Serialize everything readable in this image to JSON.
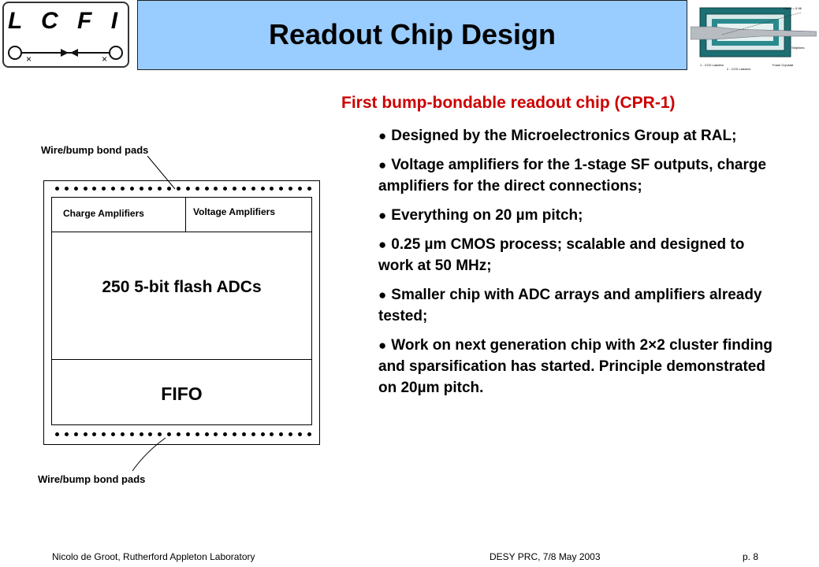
{
  "logo": {
    "text": "L C F I"
  },
  "header": {
    "title": "Readout Chip Design"
  },
  "subtitle": "First bump-bondable readout chip (CPR-1)",
  "bullets": [
    "Designed by the Microelectronics Group at RAL;",
    "Voltage amplifiers for the 1-stage SF outputs, charge amplifiers for the direct connections;",
    "Everything on 20 µm pitch;",
    "0.25 µm CMOS process; scalable and designed to work at 50 MHz;",
    "Smaller chip with ADC arrays and amplifiers already tested;",
    "Work on next generation chip with 2×2 cluster finding and sparsification has started. Principle demonstrated on 20µm pitch."
  ],
  "diagram": {
    "pads_top_label": "Wire/bump bond pads",
    "pads_bottom_label": "Wire/bump bond pads",
    "charge_amplifiers": "Charge Amplifiers",
    "voltage_amplifiers": "Voltage Amplifiers",
    "adc": "250 5-bit flash ADCs",
    "fifo": "FIFO"
  },
  "detector_figure": {
    "angle_label": "Cos θ = 0.96",
    "labels": [
      "Striplines",
      "1 - CCD Ladders",
      "2 - CCD Ladders",
      "Foam Cryostat"
    ]
  },
  "footer": {
    "author": "Nicolo de Groot, Rutherford Appleton Laboratory",
    "event": "DESY PRC, 7/8 May 2003",
    "page": "p. 8"
  }
}
